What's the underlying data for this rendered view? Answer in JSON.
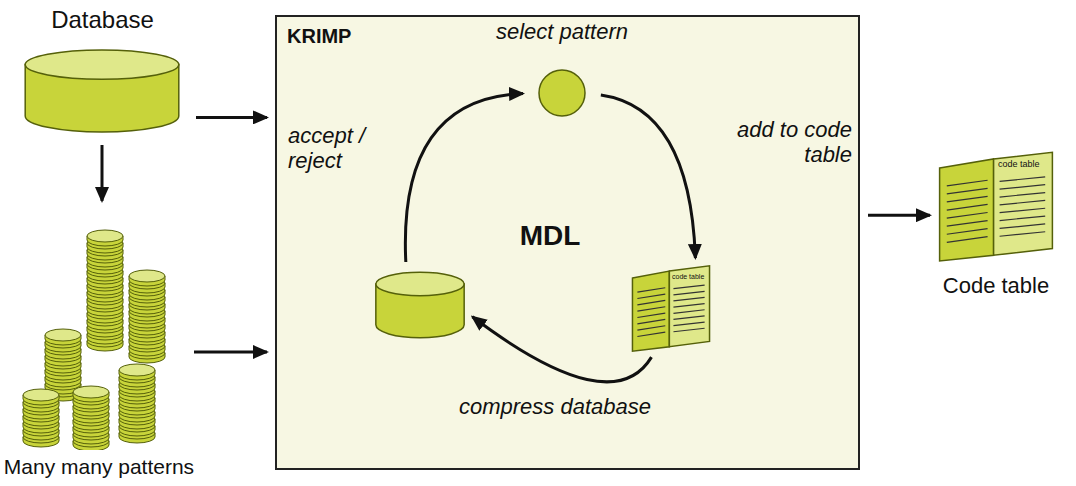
{
  "diagram": {
    "nodes": [
      {
        "text": [
          "Database"
        ]
      },
      {
        "text": [
          "Many many patterns"
        ]
      },
      {
        "text": [
          "KRIMP",
          "MDL"
        ]
      },
      {
        "text": [
          "select pattern"
        ],
        "in": 2
      },
      {
        "text": [
          "code table"
        ],
        "in": 2
      },
      {
        "text": [],
        "in": 2
      },
      {
        "text": [
          "code table",
          "Code table"
        ]
      }
    ],
    "edges": [
      {
        "from": 0,
        "to": 2,
        "arrow": "to"
      },
      {
        "from": 0,
        "to": 1,
        "arrow": "to"
      },
      {
        "from": 1,
        "to": 2,
        "arrow": "to"
      },
      {
        "from": 2,
        "to": 6,
        "arrow": "to"
      },
      {
        "from": 3,
        "to": 4,
        "label": "add to code table",
        "arrow": "to"
      },
      {
        "from": 4,
        "to": 5,
        "label": "compress database",
        "arrow": "to"
      },
      {
        "from": 5,
        "to": 3,
        "label": "accept / reject",
        "arrow": "to"
      }
    ]
  }
}
